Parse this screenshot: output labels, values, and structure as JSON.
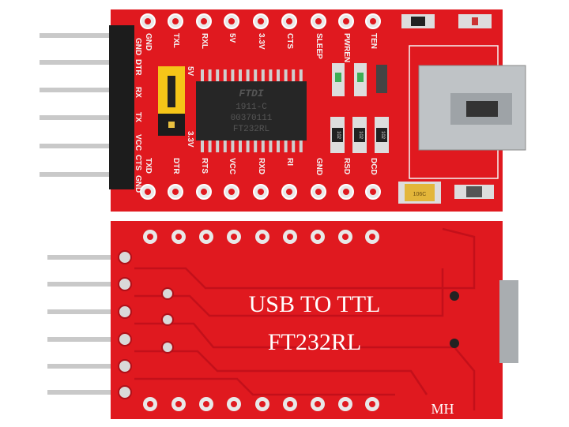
{
  "top_board": {
    "top_pin_labels": [
      "GND",
      "TXL",
      "RXL",
      "5V",
      "3.3V",
      "CTS",
      "SLEEP",
      "PWREN",
      "TEN"
    ],
    "bottom_pin_labels": [
      "TXD",
      "DTR",
      "RTS",
      "VCC",
      "RXD",
      "RI",
      "GND",
      "RSD",
      "DCD"
    ],
    "header_labels": [
      "GND",
      "DTR",
      "RX",
      "TX",
      "VCC",
      "CTS"
    ],
    "header_label_gnd_bottom": "GND",
    "jumper_labels": {
      "top": "5V",
      "bottom": "3.3V"
    },
    "chip_text": [
      "FTDI",
      "1911-C",
      "00370111",
      "FT232RL"
    ],
    "resistor_codes": [
      "102",
      "102",
      "102"
    ],
    "capacitor_code": "106C",
    "board_color": "#e0191f"
  },
  "bottom_board": {
    "title_line1": "USB TO TTL",
    "title_line2": "FT232RL",
    "maker_mark": "MH",
    "board_color": "#e0191f"
  }
}
